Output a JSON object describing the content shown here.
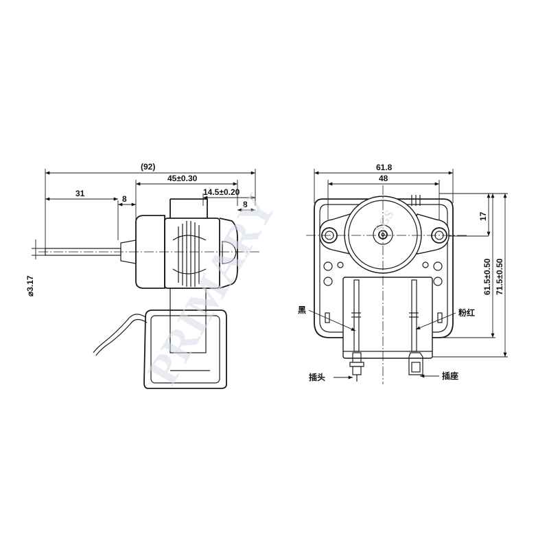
{
  "side_view": {
    "overall_length": "(92)",
    "shaft_length": "31",
    "gap": "8",
    "body_length": "45±0.30",
    "bearing_offset": "14.5±0.20",
    "end_gap": "8",
    "shaft_diameter": "⌀3.17"
  },
  "front_view": {
    "overall_width": "61.8",
    "hole_spacing": "48",
    "hole_to_top": "17",
    "height_inner": "61.5±0.50",
    "height_outer": "71.5±0.50",
    "label_black": "黑",
    "label_pink_red": "粉红",
    "label_plug": "插头",
    "label_socket": "插座"
  },
  "watermark": {
    "main": "PRIMARY",
    "sub": "SGS"
  }
}
